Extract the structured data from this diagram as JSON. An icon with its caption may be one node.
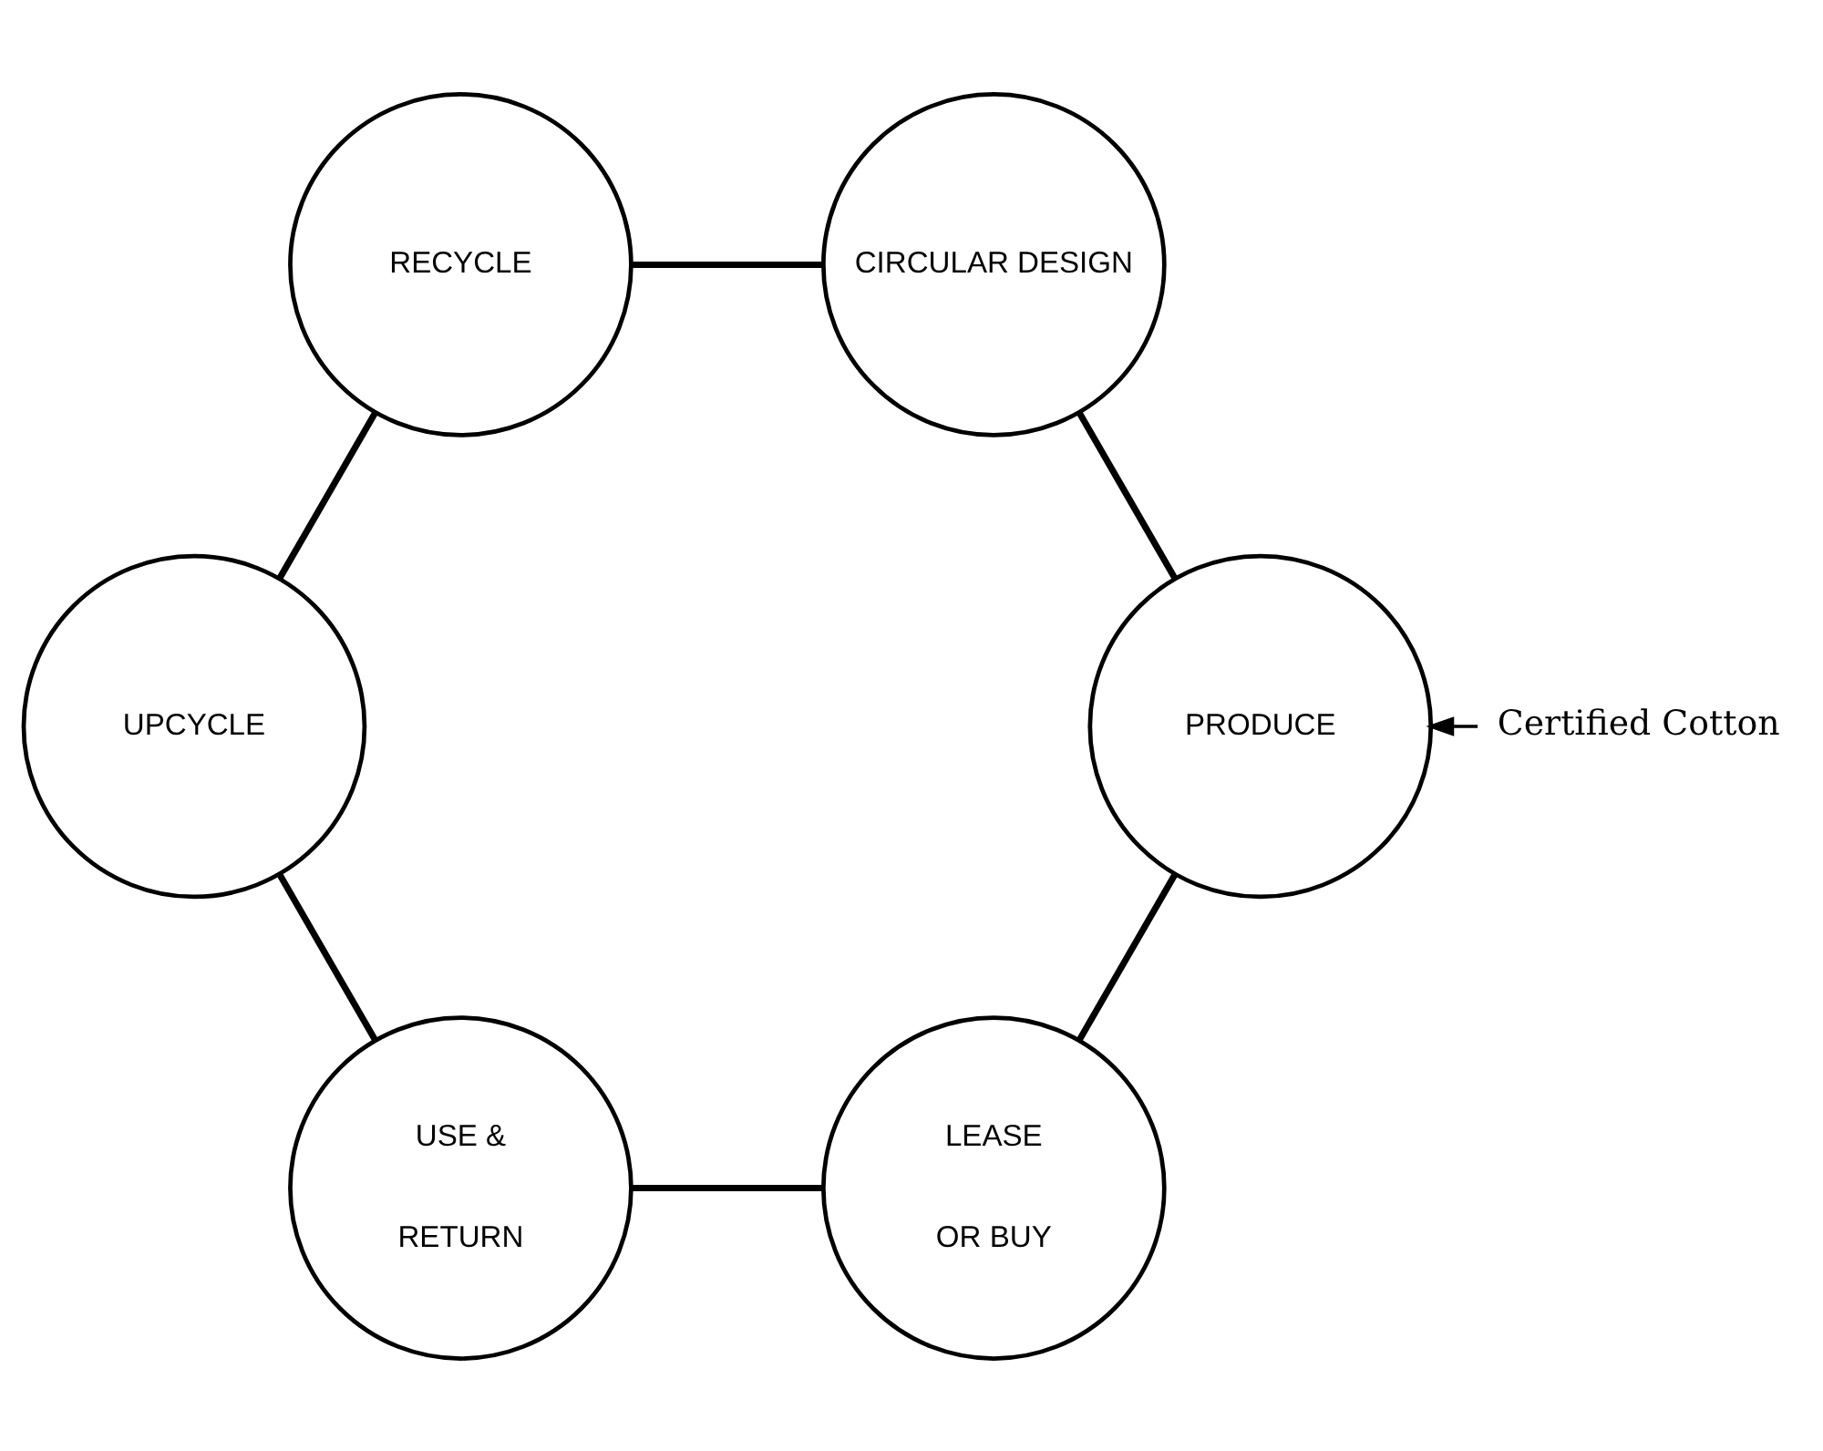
{
  "diagram": {
    "nodes": [
      {
        "text": [
          "CIRCULAR DESIGN"
        ]
      },
      {
        "text": [
          "PRODUCE"
        ]
      },
      {
        "text": [
          "LEASE",
          "OR BUY"
        ]
      },
      {
        "text": [
          "USE &",
          "RETURN"
        ]
      },
      {
        "text": [
          "UPCYCLE"
        ]
      },
      {
        "text": [
          "RECYCLE"
        ]
      },
      {
        "text": [
          "Certified Cotton"
        ]
      }
    ],
    "edges": [
      {
        "from": 0,
        "to": 1,
        "arrow": "none"
      },
      {
        "from": 1,
        "to": 2,
        "arrow": "none"
      },
      {
        "from": 2,
        "to": 3,
        "arrow": "none"
      },
      {
        "from": 3,
        "to": 4,
        "arrow": "none"
      },
      {
        "from": 4,
        "to": 5,
        "arrow": "none"
      },
      {
        "from": 5,
        "to": 0,
        "arrow": "none"
      },
      {
        "from": 6,
        "to": 1,
        "arrow": "to"
      }
    ]
  }
}
